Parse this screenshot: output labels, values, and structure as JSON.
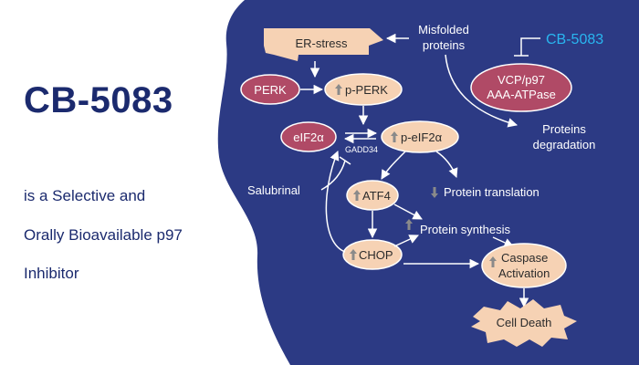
{
  "headline": "CB-5083",
  "subtitle_lines": [
    "is a Selective and",
    "Orally Bioavailable p97",
    "Inhibitor"
  ],
  "colors": {
    "navy": "#2c3a84",
    "title_text": "#1b2a6e",
    "peach": "#f6d2b4",
    "maroon": "#b04a66",
    "cyan": "#29b6f0",
    "up_arrow": "#8a8a8a"
  },
  "diagram": {
    "inhibitor_label": "CB-5083",
    "er_stress": "ER-stress",
    "misfolded_1": "Misfolded",
    "misfolded_2": "proteins",
    "perk": "PERK",
    "p_perk": "p-PERK",
    "vcp_1": "VCP/p97",
    "vcp_2": "AAA-ATPase",
    "degradation_1": "Proteins",
    "degradation_2": "degradation",
    "eif2a": "eIF2α",
    "p_eif2a": "p-eIF2α",
    "gadd34": "GADD34",
    "salubrinal": "Salubrinal",
    "atf4": "ATF4",
    "protein_translation": "Protein translation",
    "chop": "CHOP",
    "protein_synthesis": "Protein synthesis",
    "caspase_1": "Caspase",
    "caspase_2": "Activation",
    "cell_death": "Cell Death"
  }
}
